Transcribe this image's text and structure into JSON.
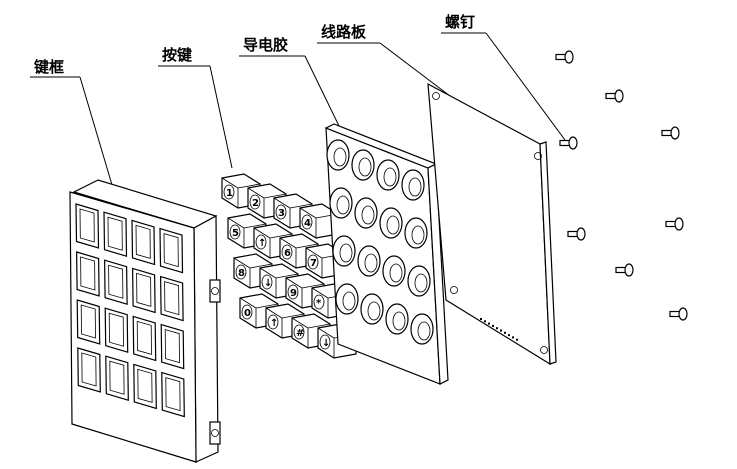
{
  "labels": {
    "frame": "键框",
    "keys": "按键",
    "rubber": "导电胶",
    "pcb": "线路板",
    "screws": "螺钉"
  },
  "key_glyphs": [
    "1",
    "2",
    "3",
    "4",
    "5",
    "↑",
    "6",
    "7",
    "8",
    "↓",
    "9",
    "*",
    "0",
    "↑",
    "#",
    "↓"
  ],
  "colors": {
    "stroke": "#000000",
    "background": "#ffffff"
  }
}
